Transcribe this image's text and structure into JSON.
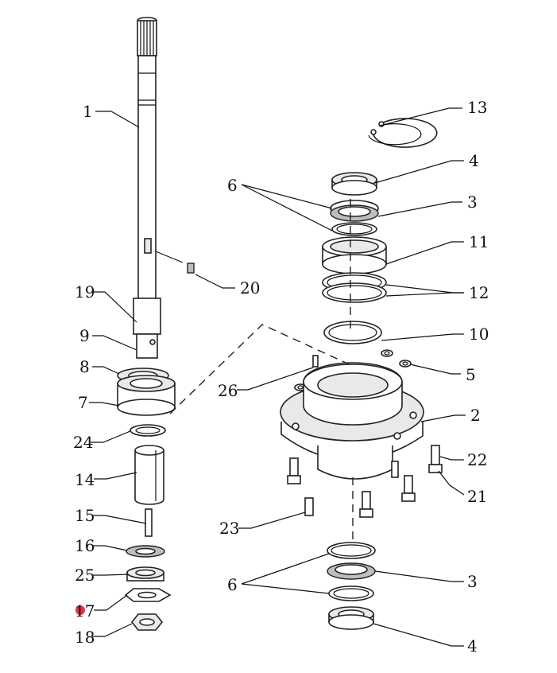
{
  "diagram": {
    "callouts": [
      {
        "id": "1",
        "text": "1"
      },
      {
        "id": "13",
        "text": "13"
      },
      {
        "id": "4a",
        "text": "4"
      },
      {
        "id": "6a",
        "text": "6"
      },
      {
        "id": "3a",
        "text": "3"
      },
      {
        "id": "11",
        "text": "11"
      },
      {
        "id": "12",
        "text": "12"
      },
      {
        "id": "20",
        "text": "20"
      },
      {
        "id": "19",
        "text": "19"
      },
      {
        "id": "10",
        "text": "10"
      },
      {
        "id": "9",
        "text": "9"
      },
      {
        "id": "8",
        "text": "8"
      },
      {
        "id": "5",
        "text": "5"
      },
      {
        "id": "26",
        "text": "26"
      },
      {
        "id": "7",
        "text": "7"
      },
      {
        "id": "2",
        "text": "2"
      },
      {
        "id": "24",
        "text": "24"
      },
      {
        "id": "22",
        "text": "22"
      },
      {
        "id": "14",
        "text": "14"
      },
      {
        "id": "21",
        "text": "21"
      },
      {
        "id": "15",
        "text": "15"
      },
      {
        "id": "23",
        "text": "23"
      },
      {
        "id": "16",
        "text": "16"
      },
      {
        "id": "25",
        "text": "25"
      },
      {
        "id": "6b",
        "text": "6"
      },
      {
        "id": "3b",
        "text": "3"
      },
      {
        "id": "17",
        "text": "17",
        "highlighted": true
      },
      {
        "id": "18",
        "text": "18"
      },
      {
        "id": "4b",
        "text": "4"
      }
    ],
    "highlight_color": "#e8323a"
  }
}
